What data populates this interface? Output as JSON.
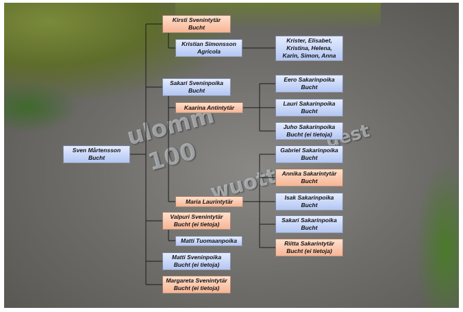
{
  "background": {
    "engraving": [
      "ulomm",
      "100",
      "wuotta",
      "dest"
    ]
  },
  "colors": {
    "male": "#c4d3f7",
    "female": "#f9c6aa",
    "line": "#1a1a1a"
  },
  "tree": {
    "root": "Sven Mårtensson\nBucht",
    "kirsti": "Kirsti Svenintytär\nBucht",
    "kirsti_spouse": "Kristian Simonsson\nAgricola",
    "kirsti_children": "Krister, Elisabet,\nKristina, Helena,\nKarin, Simon, Anna",
    "sakari": "Sakari Sveninpoika\nBucht",
    "kaarina": "Kaarina Antintytär",
    "kaarina_children": [
      "Eero Sakarinpoika\nBucht",
      "Lauri Sakarinpoika\nBucht",
      "Juho Sakarinpoika\nBucht (ei tietoja)"
    ],
    "maria": "Maria Laurintytär",
    "maria_children": [
      "Gabriel Sakarinpoika\nBucht",
      "Annika Sakarintytär\nBucht",
      "Isak Sakarinpoika\nBucht",
      "Sakari Sakarinpoika\nBucht",
      "Riitta Sakarintytär\nBucht (ei tietoja)"
    ],
    "valpuri": "Valpuri Svenintytär\nBucht (ei tietoja)",
    "valpuri_spouse": "Matti Tuomaanpoika",
    "matti": "Matti Sveninpoika\nBucht (ei tietoja)",
    "margareta": "Margareta Svenintytär\nBucht (ei tietoja)"
  }
}
